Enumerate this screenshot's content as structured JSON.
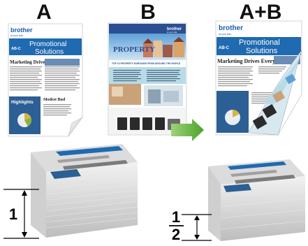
{
  "labels": {
    "doc_a": "A",
    "doc_b": "B",
    "doc_ab": "A+B",
    "stack_single_thickness": "1",
    "stack_half_numerator": "1",
    "stack_half_denominator": "2"
  },
  "doc_a": {
    "brand": "brother",
    "tagline": "at your side",
    "banner_logo": "AB-C",
    "banner_title_1": "Promotional",
    "banner_title_2": "Solutions",
    "headline": "Marketing Drives Everything",
    "highlights_label": "Highlights",
    "footer_heading": "Modest Bud"
  },
  "doc_b": {
    "brand": "brother",
    "tagline": "at your side",
    "title": "PROPERTY",
    "caption": "TOP 10 PROPERTY BARGAINS FROM AROUND THE WORLD"
  },
  "doc_ab": {
    "brand": "brother",
    "tagline": "at your side",
    "banner_logo": "AB-C",
    "banner_title_1": "Promotional",
    "banner_title_2": "Solutions",
    "headline": "Marketing Drives Everything"
  },
  "colors": {
    "brand_blue": "#1b5cab",
    "banner_blue": "#1f6ab0",
    "arrow_green": "#4aa329",
    "paper": "#ffffff",
    "stack_gray": "#d9d9d9"
  }
}
